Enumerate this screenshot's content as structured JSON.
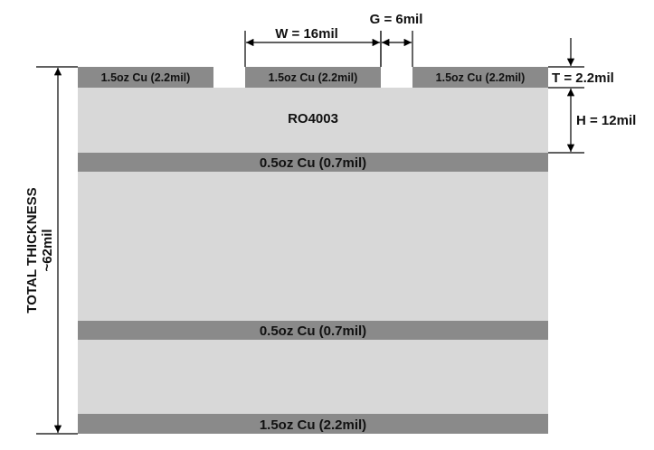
{
  "colors": {
    "copper": "#8a8a8a",
    "dielectric": "#d8d8d8",
    "line": "#000000",
    "background": "#ffffff"
  },
  "top_traces": {
    "left_label": "1.5oz Cu (2.2mil)",
    "center_label": "1.5oz Cu (2.2mil)",
    "right_label": "1.5oz Cu (2.2mil)"
  },
  "dimensions": {
    "trace_width": "W = 16mil",
    "gap": "G = 6mil",
    "trace_thickness": "T = 2.2mil",
    "dielectric_height": "H = 12mil",
    "total_thickness_line1": "TOTAL THICKNESS",
    "total_thickness_line2": "~62mil"
  },
  "layers": {
    "dielectric_top": "RO4003",
    "inner_copper_1": "0.5oz Cu (0.7mil)",
    "inner_copper_2": "0.5oz Cu (0.7mil)",
    "bottom_copper": "1.5oz Cu (2.2mil)"
  }
}
